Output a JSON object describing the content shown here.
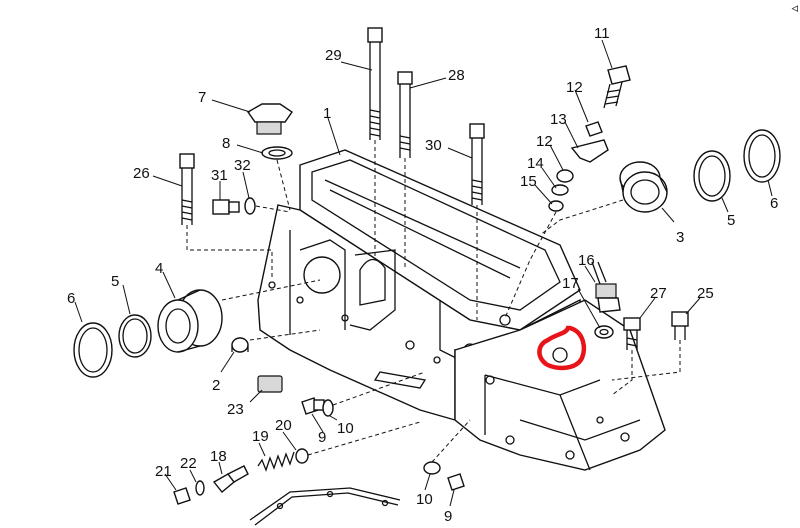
{
  "corner_mark": "◃",
  "highlight_color": "#e8141a",
  "labels": {
    "p1": "1",
    "p2": "2",
    "p3": "3",
    "p4": "4",
    "p5a": "5",
    "p5b": "5",
    "p6a": "6",
    "p6b": "6",
    "p7": "7",
    "p8": "8",
    "p9a": "9",
    "p9b": "9",
    "p10a": "10",
    "p10b": "10",
    "p11": "11",
    "p12a": "12",
    "p12b": "12",
    "p13": "13",
    "p14": "14",
    "p15": "15",
    "p16": "16",
    "p17": "17",
    "p18": "18",
    "p19": "19",
    "p20": "20",
    "p21": "21",
    "p22": "22",
    "p23": "23",
    "p25": "25",
    "p26": "26",
    "p27": "27",
    "p28": "28",
    "p29": "29",
    "p30": "30",
    "p31": "31",
    "p32": "32"
  }
}
